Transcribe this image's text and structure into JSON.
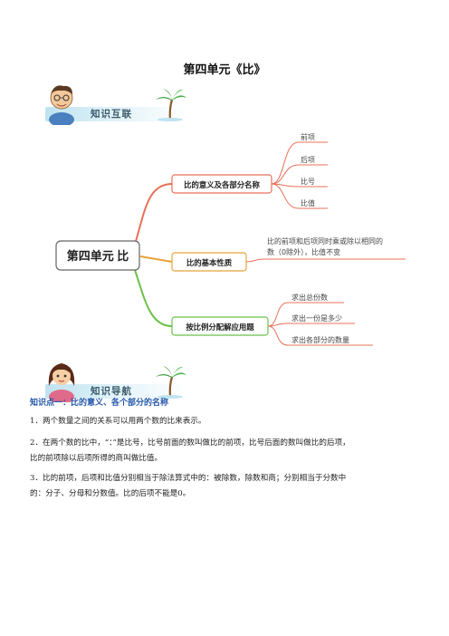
{
  "page_title": "第四单元《比》",
  "banners": {
    "knowledge_link": "知识互联",
    "knowledge_nav": "知识导航"
  },
  "mindmap": {
    "root": "第四单元 比",
    "branch1": {
      "label": "比的意义及各部分名称",
      "leaves": [
        "前项",
        "后项",
        "比号",
        "比值"
      ]
    },
    "branch2": {
      "label": "比的基本性质",
      "note_line1": "比的前项和后项同时乘或除以相同的",
      "note_line2": "数（0除外），比值不变"
    },
    "branch3": {
      "label": "按比例分配解应用题",
      "leaves": [
        "求出总份数",
        "求出一份是多少",
        "求出各部分的数量"
      ]
    },
    "colors": {
      "branch1": "#e8705a",
      "branch2": "#e8a33a",
      "branch3": "#6cc04a"
    }
  },
  "content": {
    "point1_title": "知识点一：比的意义、各个部分的名称",
    "item1": "1．两个数量之间的关系可以用两个数的比来表示。",
    "item2_line1": "2．在两个数的比中，“：”是比号，比号前面的数叫做比的前项，比号后面的数叫做比的后项，",
    "item2_line2": "比的前项除以后项所得的商叫做比值。",
    "item3_line1": "3．比的前项，后项和比值分别相当于除法算式中的：被除数，除数和商；分别相当于分数中",
    "item3_line2": "的：分子、分母和分数值。比的后项不能是0。"
  }
}
